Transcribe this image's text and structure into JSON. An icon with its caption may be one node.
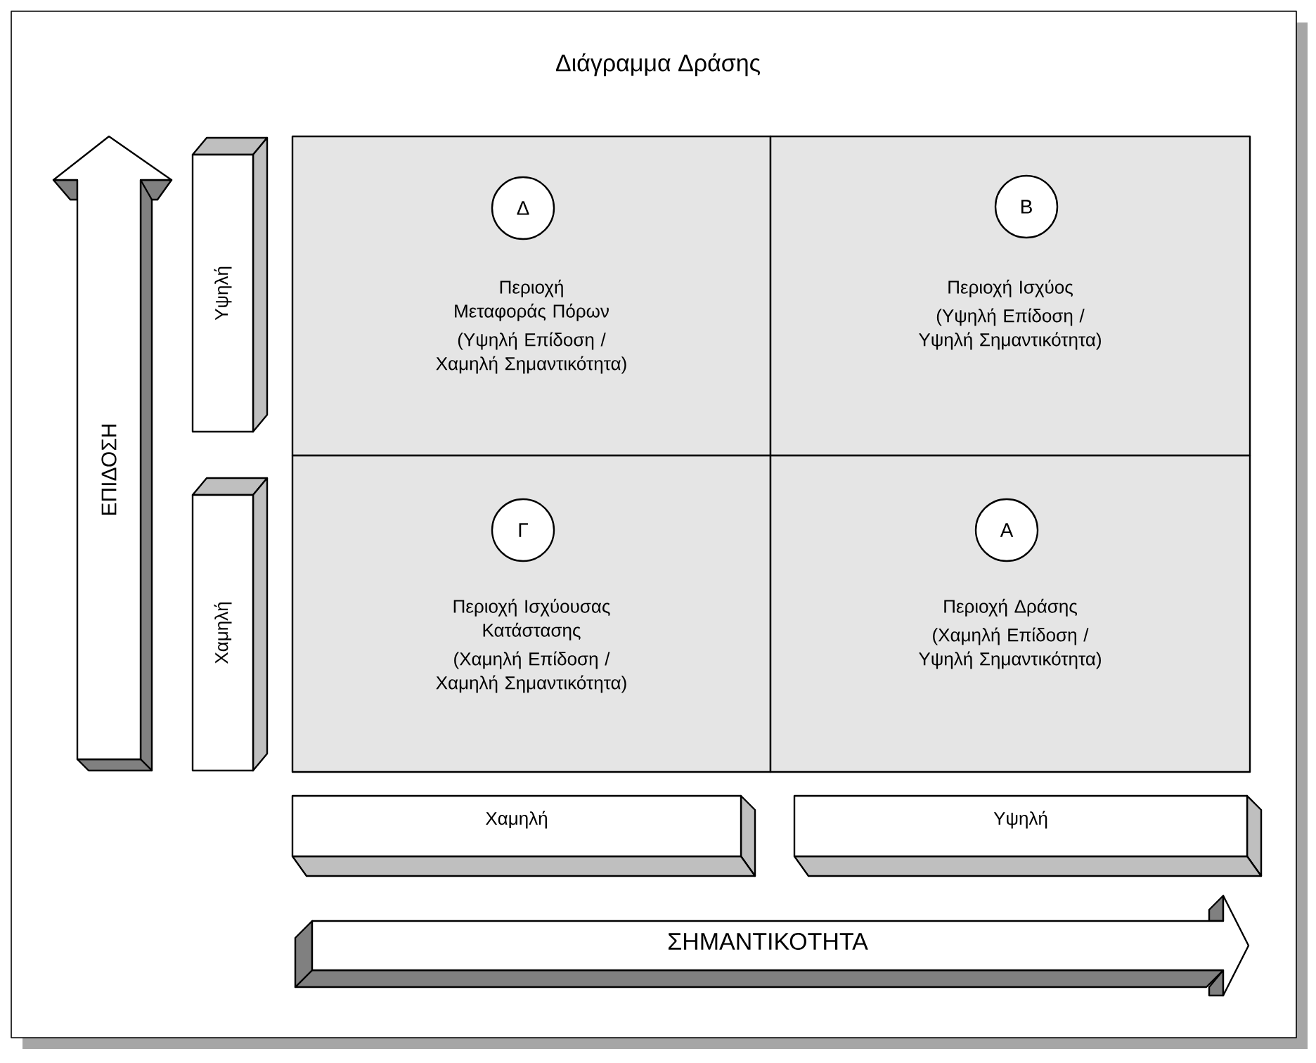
{
  "diagram": {
    "title": "Διάγραμμα Δράσης",
    "nodes": [
      {
        "text": [
          "ΕΠΙΔΟΣΗ"
        ]
      },
      {
        "text": [
          "Υψηλή"
        ]
      },
      {
        "text": [
          "Περιοχή Μεταφοράς Πόρων",
          "(Υψηλή Επίδοση / Χαμηλή Σημαντικότητα)"
        ]
      },
      {
        "text": [
          "Δ"
        ],
        "in": 2
      },
      {
        "text": [
          "Περιοχή Ισχύος",
          "(Υψηλή Επίδοση / Υψηλή Σημαντικότητα)"
        ]
      },
      {
        "text": [
          "Β"
        ],
        "in": 4
      },
      {
        "text": [
          "Χαμηλή"
        ]
      },
      {
        "text": [
          "Περιοχή Ισχύουσας Κατάστασης",
          "(Χαμηλή Επίδοση / Χαμηλή Σημαντικότητα)"
        ]
      },
      {
        "text": [
          "Γ"
        ],
        "in": 7
      },
      {
        "text": [
          "Περιοχή Δράσης",
          "(Χαμηλή Επίδοση / Υψηλή Σημαντικότητα)"
        ]
      },
      {
        "text": [
          "Α"
        ],
        "in": 9
      },
      {
        "text": [
          "Χαμηλή"
        ]
      },
      {
        "text": [
          "Υψηλή"
        ]
      },
      {
        "text": [
          "ΣΗΜΑΝΤΙΚΟΤΗΤΑ"
        ]
      }
    ]
  }
}
